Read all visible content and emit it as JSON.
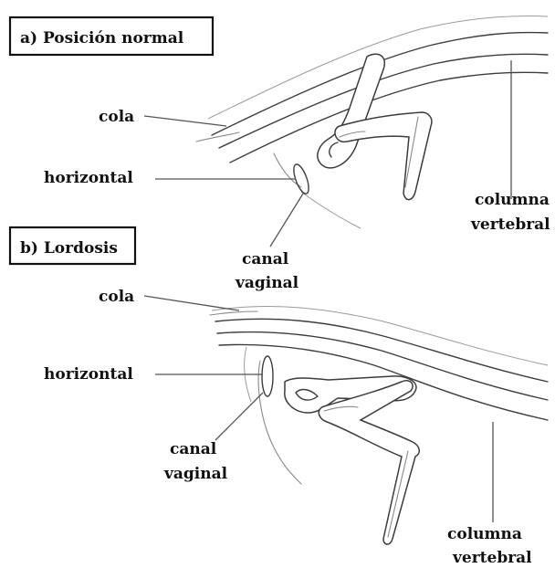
{
  "panel_a": {
    "title": "a) Posición normal",
    "labels": {
      "tail": "cola",
      "horizontal": "horizontal",
      "spine_line1": "columna",
      "spine_line2": "vertebral"
    }
  },
  "panel_b": {
    "title": "b) Lordosis",
    "labels": {
      "tail": "cola",
      "horizontal": "horizontal",
      "canal_line1": "canal",
      "canal_line2": "vaginal",
      "spine_line1": "columna",
      "spine_line2": "vertebral"
    }
  },
  "shared": {
    "canal_line1": "canal",
    "canal_line2": "vaginal"
  }
}
